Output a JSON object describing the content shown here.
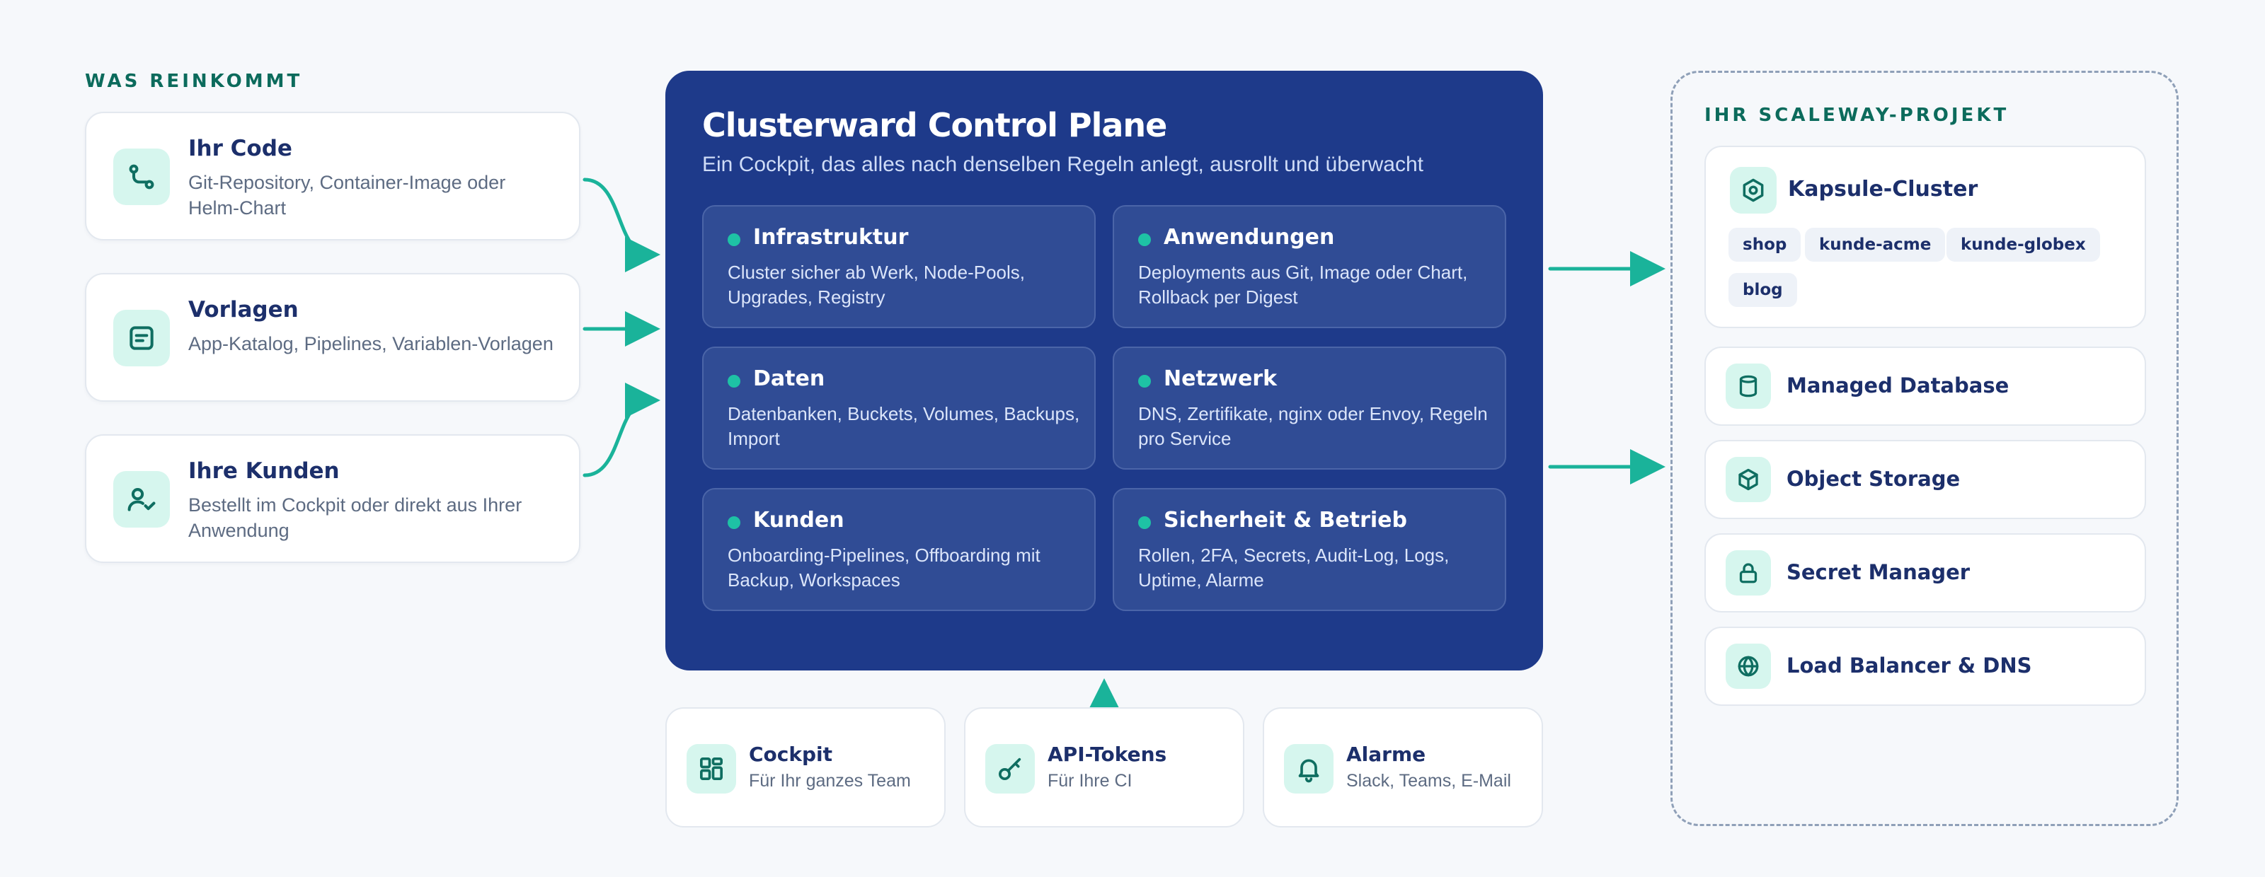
{
  "inputs": {
    "label": "WAS REINKOMMT",
    "items": [
      {
        "title": "Ihr Code",
        "desc": "Git-Repository, Container-Image oder Helm-Chart",
        "icon": "git-branch-icon"
      },
      {
        "title": "Vorlagen",
        "desc": "App-Katalog, Pipelines, Variablen-Vorlagen",
        "icon": "template-icon"
      },
      {
        "title": "Ihre Kunden",
        "desc": "Bestellt im Cockpit oder direkt aus Ihrer Anwendung",
        "icon": "user-check-icon"
      }
    ]
  },
  "plane": {
    "title": "Clusterward Control Plane",
    "subtitle": "Ein Cockpit, das alles nach denselben Regeln anlegt, ausrollt und überwacht",
    "tiles": [
      {
        "title": "Infrastruktur",
        "desc": "Cluster sicher ab Werk, Node-Pools, Upgrades, Registry"
      },
      {
        "title": "Anwendungen",
        "desc": "Deployments aus Git, Image oder Chart, Rollback per Digest"
      },
      {
        "title": "Daten",
        "desc": "Datenbanken, Buckets, Volumes, Backups, Import"
      },
      {
        "title": "Netzwerk",
        "desc": "DNS, Zertifikate, nginx oder Envoy, Regeln pro Service"
      },
      {
        "title": "Kunden",
        "desc": "Onboarding-Pipelines, Offboarding mit Backup, Workspaces"
      },
      {
        "title": "Sicherheit & Betrieb",
        "desc": "Rollen, 2FA, Secrets, Audit-Log, Logs, Uptime, Alarme"
      }
    ]
  },
  "tools": [
    {
      "title": "Cockpit",
      "desc": "Für Ihr ganzes Team",
      "icon": "dashboard-icon"
    },
    {
      "title": "API-Tokens",
      "desc": "Für Ihre CI",
      "icon": "key-icon"
    },
    {
      "title": "Alarme",
      "desc": "Slack, Teams, E-Mail",
      "icon": "bell-icon"
    }
  ],
  "project": {
    "label": "IHR SCALEWAY-PROJEKT",
    "cluster": {
      "title": "Kapsule-Cluster",
      "icon": "cluster-icon",
      "namespaces": [
        "shop",
        "kunde-acme",
        "kunde-globex",
        "blog"
      ]
    },
    "services": [
      {
        "title": "Managed Database",
        "icon": "database-icon"
      },
      {
        "title": "Object Storage",
        "icon": "box-icon"
      },
      {
        "title": "Secret Manager",
        "icon": "lock-icon"
      },
      {
        "title": "Load Balancer & DNS",
        "icon": "globe-icon"
      }
    ]
  },
  "colors": {
    "accent": "#1ab39a",
    "plane": "#1e3a8a",
    "tile": "#304c95",
    "icon_bg": "#d6f6ee",
    "label": "#0c6b5c"
  }
}
